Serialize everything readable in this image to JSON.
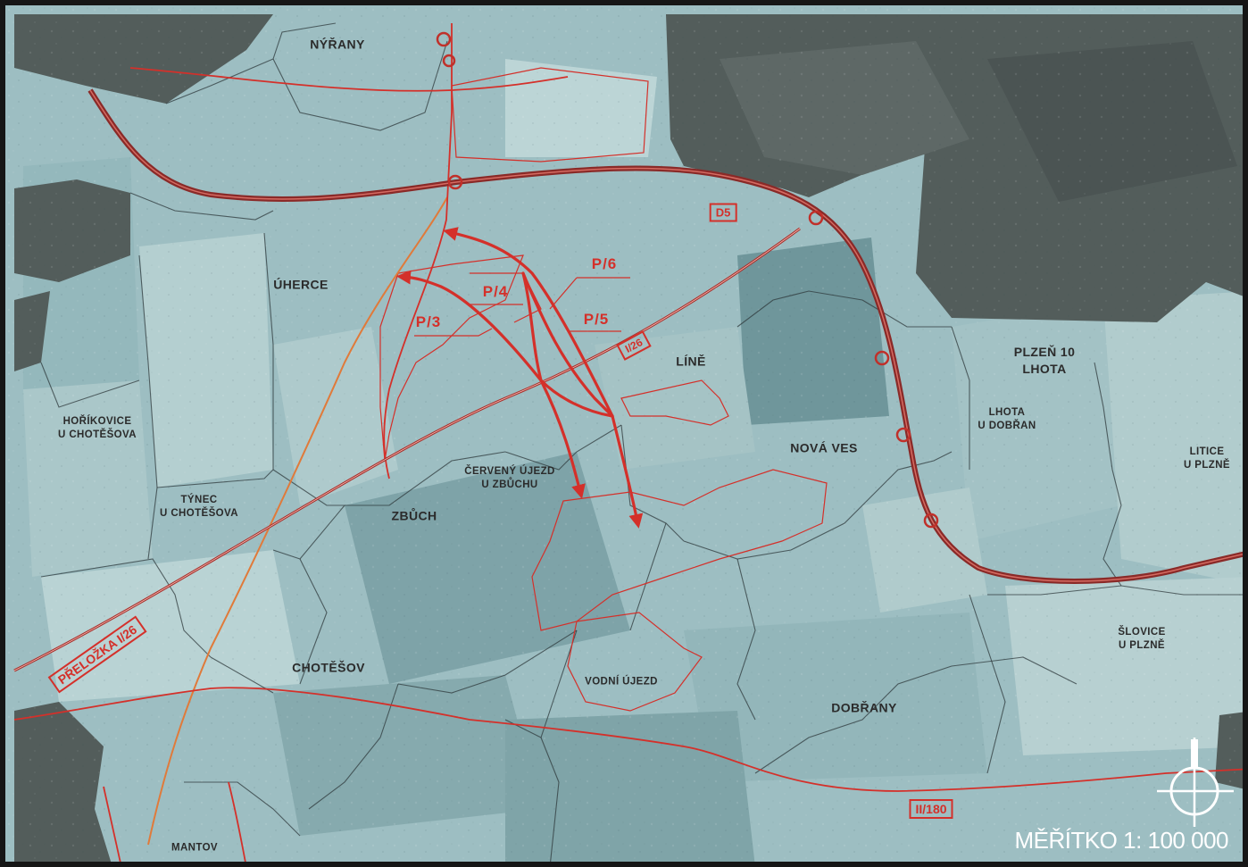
{
  "places": {
    "nyrany": "NÝŘANY",
    "uherce": "ÚHERCE",
    "horikovice": "HOŘÍKOVICE\nU CHOTĚŠOVA",
    "tynec": "TÝNEC\nU CHOTĚŠOVA",
    "zbuch": "ZBŮCH",
    "cerveny_ujezd": "ČERVENÝ ÚJEZD\nU ZBŮCHU",
    "line": "LÍNĚ",
    "nova_ves": "NOVÁ VES",
    "plzen10": "PLZEŇ 10\nLHOTA",
    "lhota_dobran": "LHOTA\nU DOBŘAN",
    "litice": "LITICE\nU PLZNĚ",
    "slovice": "ŠLOVICE\nU PLZNĚ",
    "chotesov": "CHOTĚŠOV",
    "vodni_ujezd": "VODNÍ ÚJEZD",
    "dobrany": "DOBŘANY",
    "mantov": "MANTOV"
  },
  "routes": {
    "p3": "P/3",
    "p4": "P/4",
    "p5": "P/5",
    "p6": "P/6"
  },
  "roads": {
    "d5": "D5",
    "i26": "I/26",
    "prelozka": "PŘELOŽKA I/26",
    "ii180": "II/180"
  },
  "scale": "MĚŘÍTKO   1: 100 000",
  "colors": {
    "route_red": "#d4302a",
    "highway": "#a8302c",
    "forest_dark": "#4f5a58",
    "land_light": "#a9c6c8",
    "land_mid": "#8fb3b7"
  },
  "icons": {
    "north_arrow": "crosshair-north-icon"
  }
}
